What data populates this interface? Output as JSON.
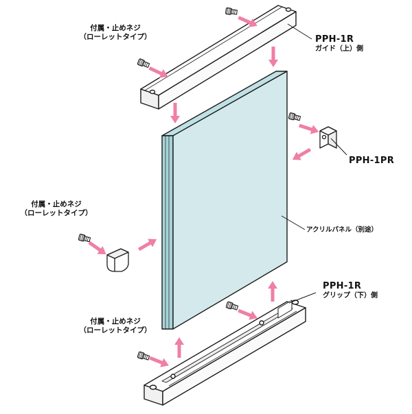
{
  "screw_label": {
    "line1": "付属・止めネジ",
    "line2": "（ローレットタイプ）"
  },
  "guide": {
    "code": "PPH-1R",
    "name": "ガイド（上）側"
  },
  "bracket": {
    "code": "PPH-1PR"
  },
  "panel": {
    "name": "アクリルパネル（別途）"
  },
  "grip": {
    "code": "PPH-1R",
    "name": "グリップ（下）側"
  },
  "colors": {
    "panel_face": "#d3e9ec",
    "panel_edge": "#a9d3d8",
    "arrow": "#ef7fa6",
    "outline": "#1a1a1a",
    "metal": "#f7f7f7"
  },
  "icons": [
    "thumb-screw-icon",
    "arrow-icon",
    "bracket-icon",
    "leader-line"
  ]
}
